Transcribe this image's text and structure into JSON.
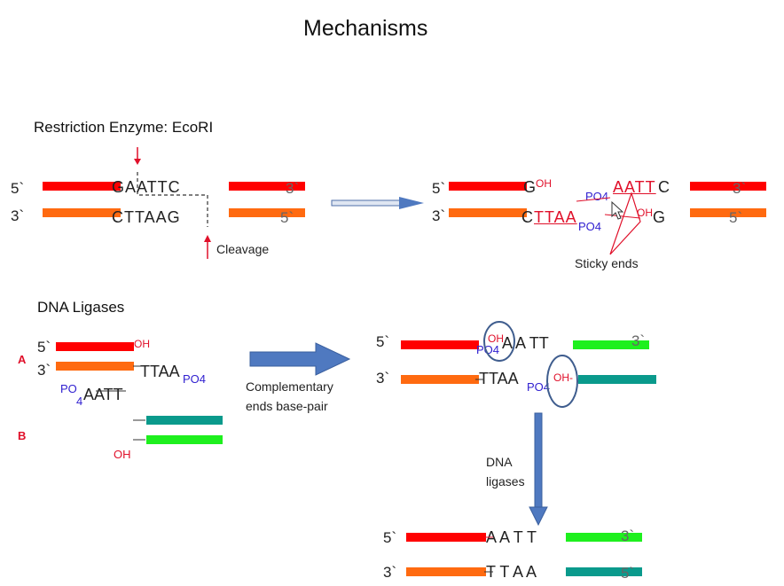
{
  "title": "Mechanisms",
  "colors": {
    "red": "#ff0000",
    "orange": "#ff6a10",
    "green": "#1ef01e",
    "teal": "#0a9a8c",
    "arrow_blue": "#4f79c0",
    "annot_red": "#e0102a",
    "po4_blue": "#3020d0"
  },
  "restriction": {
    "heading": "Restriction Enzyme: EcoRI",
    "left": {
      "top_5": "5`",
      "top_seq": "GAATTC",
      "top_3": "3`",
      "bot_3": "3`",
      "bot_seq": "CTTAAG",
      "bot_5": "5`",
      "cleavage": "Cleavage"
    },
    "right": {
      "top_5": "5`",
      "top_g": "G",
      "top_oh": "OH",
      "top_po4": "PO4",
      "top_aatt": "AATT",
      "top_c": "C",
      "top_3": "3`",
      "bot_3": "3`",
      "bot_c": "C",
      "bot_ttaa": "TTAA",
      "bot_po4": "PO4",
      "bot_oh": "OH",
      "bot_g": "G",
      "bot_5": "5`",
      "sticky": "Sticky ends"
    }
  },
  "ligase": {
    "heading": "DNA Ligases",
    "label_a": "A",
    "label_b": "B",
    "a_top_5": "5`",
    "a_oh": "OH",
    "a_bot_3": "3`",
    "a_ttaa": "TTAA",
    "a_po4": "PO4",
    "b_po": "PO",
    "b_sub4": "4",
    "b_aatt": "AATT",
    "b_oh": "OH",
    "arrow_caption_1": "Complementary",
    "arrow_caption_2": "ends base-pair",
    "pair_top_5": "5`",
    "pair_oh": "OH",
    "pair_po4": "PO4",
    "pair_aatt": "A A TT",
    "pair_top_3": "3`",
    "pair_bot_3": "3`",
    "pair_ttaa": "TTAA",
    "pair_bot_po4": "PO4",
    "pair_bot_oh": "OH-",
    "down_caption_1": "DNA",
    "down_caption_2": "ligases",
    "final_top_5": "5`",
    "final_aatt": "A A T T",
    "final_top_3": "3`",
    "final_bot_3": "3`",
    "final_ttaa": "T T A A",
    "final_bot_5": "5`"
  }
}
